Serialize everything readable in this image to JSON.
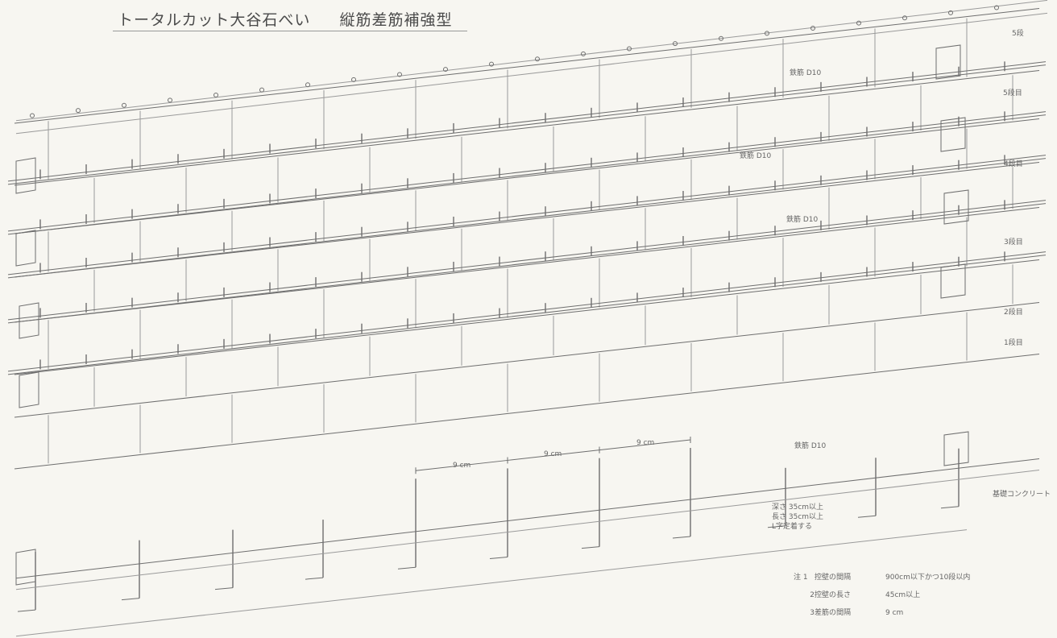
{
  "title": {
    "main": "トータルカット大谷石べい",
    "sub": "縦筋差筋補強型"
  },
  "course_labels": [
    "5段",
    "5段目",
    "4段目",
    "3段目",
    "2段目",
    "1段目"
  ],
  "rebar_labels": {
    "top": "鉄筋 D10",
    "mid": "鉄筋 D10",
    "lower": "鉄筋 D10",
    "bottom": "鉄筋 D10"
  },
  "spacing_labels": [
    "9 cm",
    "9 cm",
    "9 cm"
  ],
  "foundation_label": "基礎コンクリート",
  "anchor_note": [
    "深さ 35cm以上",
    "長さ 35cm以上",
    "L字定着する"
  ],
  "notes": [
    {
      "num": "注 1",
      "item": "控壁の間隔",
      "value": "900cm以下かつ10段以内"
    },
    {
      "num": "2",
      "item": "控壁の長さ",
      "value": "45cm以上"
    },
    {
      "num": "3",
      "item": "差筋の間隔",
      "value": "9 cm"
    }
  ],
  "colors": {
    "line": "#6e6e6e",
    "line_light": "#9a9a9a",
    "paper": "#f7f6f1",
    "text": "#4a4a4a"
  }
}
